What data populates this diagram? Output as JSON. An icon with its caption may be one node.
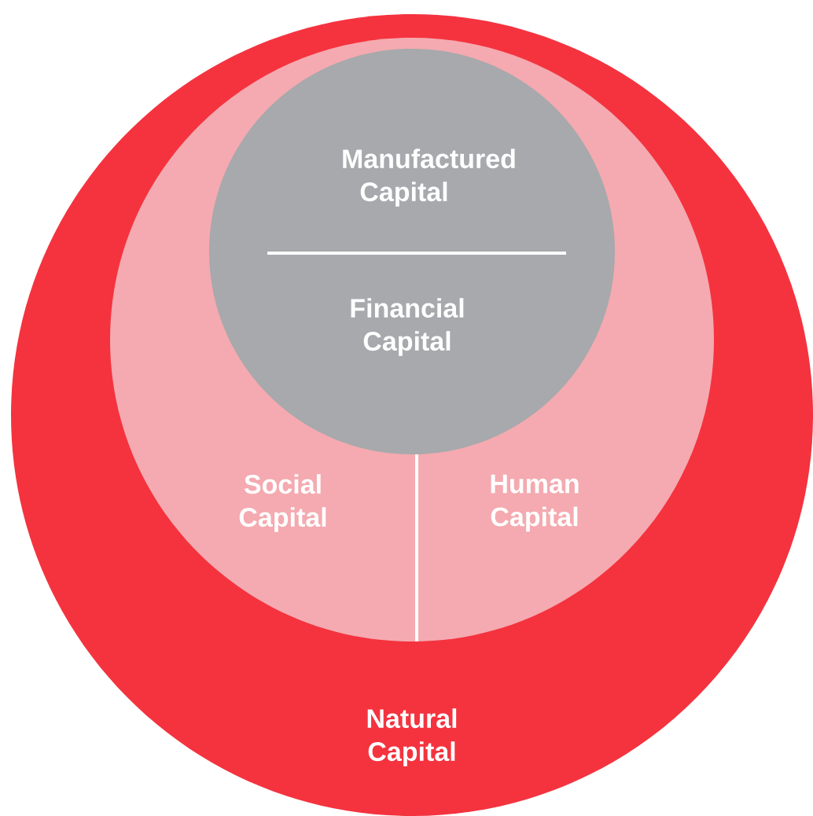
{
  "diagram": {
    "nodes": [
      {
        "text": [
          "Natural Capital"
        ]
      },
      {
        "text": [
          "Social Capital",
          "Human Capital"
        ],
        "in": 0
      },
      {
        "text": [
          "Manufactured Capital",
          "Financial Capital"
        ],
        "in": 1
      }
    ]
  }
}
